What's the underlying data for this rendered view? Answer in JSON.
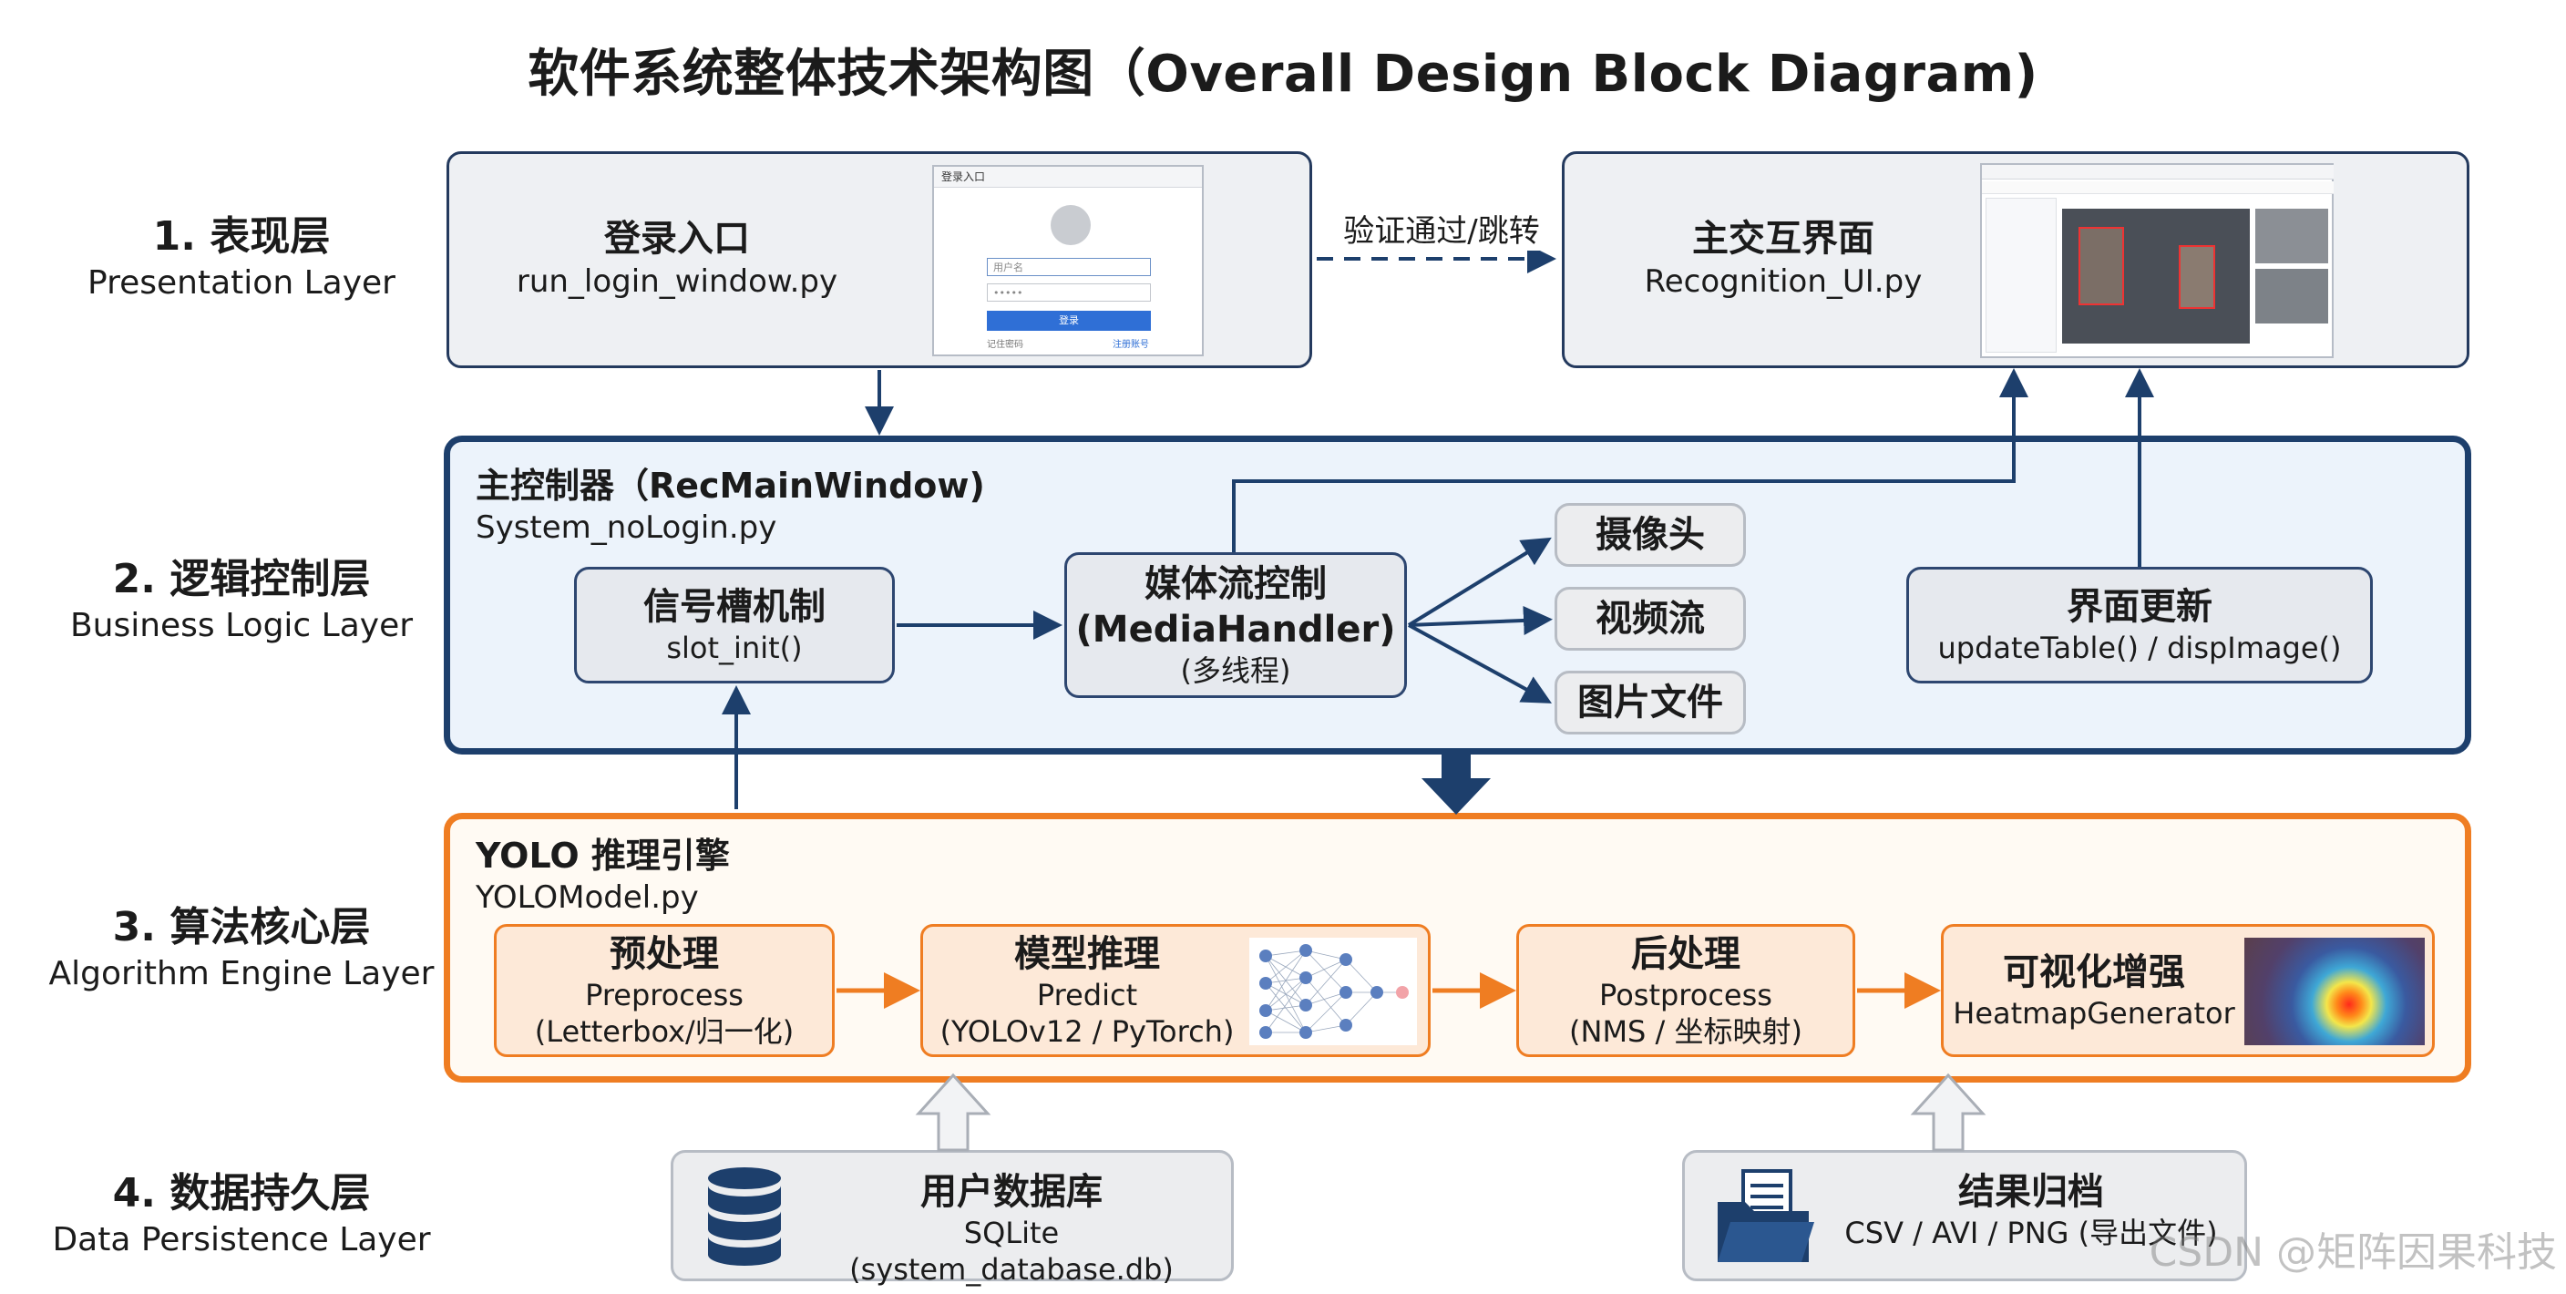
{
  "title": "软件系统整体技术架构图（Overall Design Block Diagram)",
  "layers": [
    {
      "zh": "1. 表现层",
      "en": "Presentation Layer"
    },
    {
      "zh": "2. 逻辑控制层",
      "en": "Business Logic Layer"
    },
    {
      "zh": "3. 算法核心层",
      "en": "Algorithm Engine Layer"
    },
    {
      "zh": "4. 数据持久层",
      "en": "Data Persistence Layer"
    }
  ],
  "presentation": {
    "login": {
      "title": "登录入口",
      "file": "run_login_window.py",
      "mock_title": "登录入口",
      "mock_user": "用户名",
      "mock_button": "登录",
      "mock_remember": "记住密码",
      "mock_register": "注册账号"
    },
    "edge_label": "验证通过/跳转",
    "main_ui": {
      "title": "主交互界面",
      "file": "Recognition_UI.py"
    }
  },
  "logic": {
    "title": "主控制器（RecMainWindow)",
    "file": "System_noLogin.py",
    "signal": {
      "title": "信号槽机制",
      "sub": "slot_init()"
    },
    "media": {
      "title": "媒体流控制",
      "title2": "(MediaHandler)",
      "sub": "(多线程)"
    },
    "sources": [
      "摄像头",
      "视频流",
      "图片文件"
    ],
    "update": {
      "title": "界面更新",
      "sub": "updateTable() / dispImage()"
    }
  },
  "engine": {
    "title": "YOLO 推理引擎",
    "file": "YOLOModel.py",
    "steps": [
      {
        "zh": "预处理",
        "en": "Preprocess",
        "detail": "(Letterbox/归一化)"
      },
      {
        "zh": "模型推理",
        "en": "Predict",
        "detail": "(YOLOv12 / PyTorch)"
      },
      {
        "zh": "后处理",
        "en": "Postprocess",
        "detail": "(NMS / 坐标映射)"
      },
      {
        "zh": "可视化增强",
        "en": "HeatmapGenerator"
      }
    ]
  },
  "persistence": {
    "db": {
      "title": "用户数据库",
      "sub": "SQLite (system_database.db)"
    },
    "archive": {
      "title": "结果归档",
      "sub": "CSV / AVI / PNG (导出文件)"
    }
  },
  "watermark": "CSDN @矩阵因果科技",
  "colors": {
    "navy": "#1d3f6c",
    "orange": "#ef7d22",
    "panel_gray": "#eef0f3"
  }
}
